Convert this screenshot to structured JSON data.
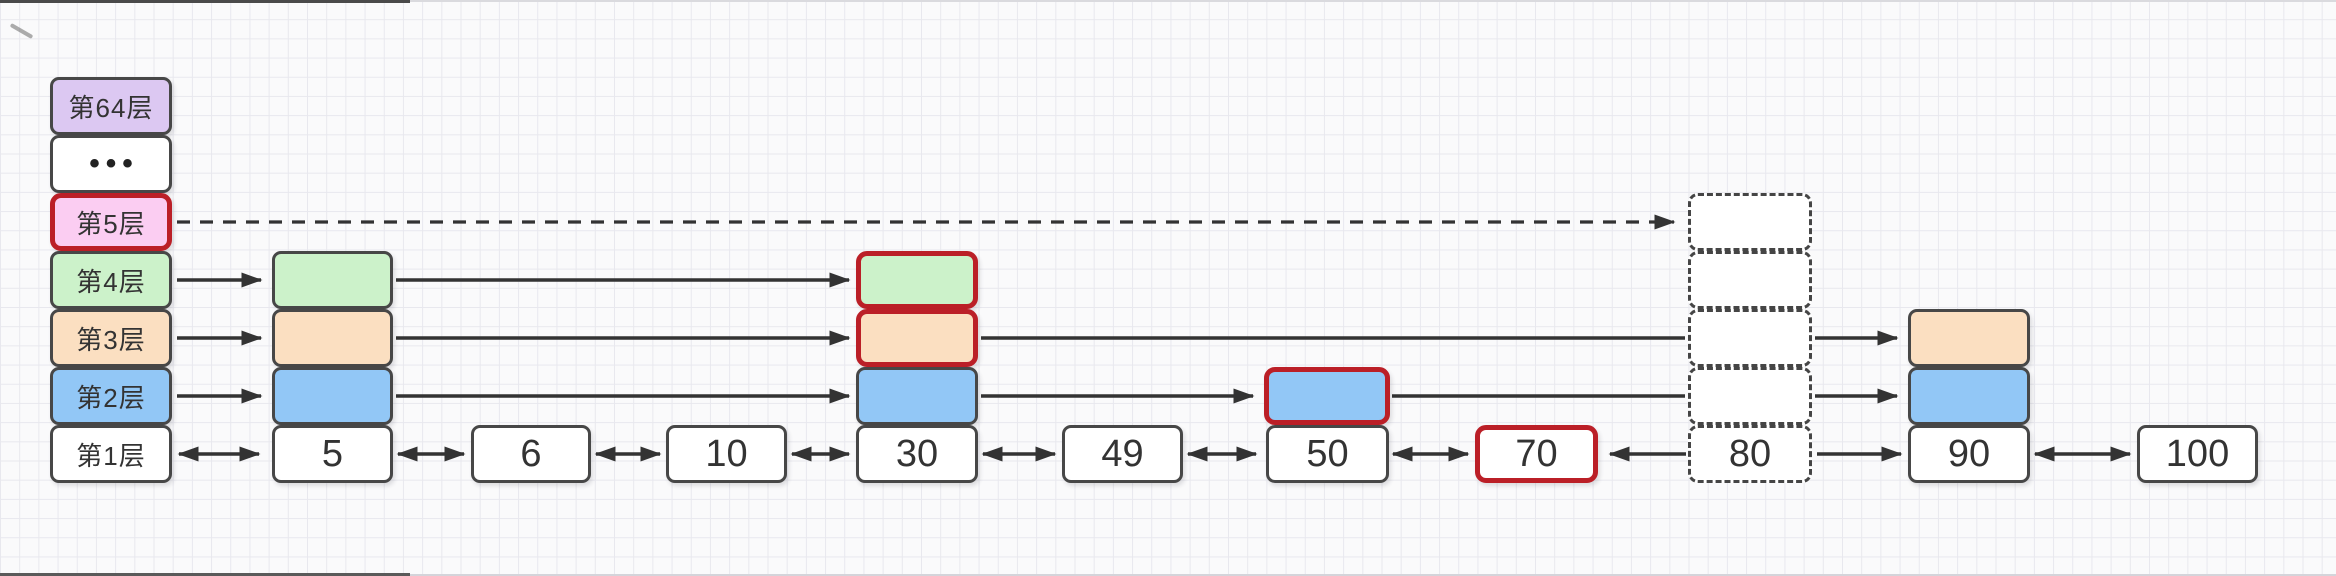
{
  "legend": {
    "items": [
      {
        "label": "第64层"
      },
      {
        "label": "•••"
      },
      {
        "label": "第5层",
        "highlighted": true
      },
      {
        "label": "第4层"
      },
      {
        "label": "第3层"
      },
      {
        "label": "第2层"
      },
      {
        "label": "第1层"
      }
    ]
  },
  "nodes": [
    {
      "value": "5",
      "levels": 4
    },
    {
      "value": "6",
      "levels": 1
    },
    {
      "value": "10",
      "levels": 1
    },
    {
      "value": "30",
      "levels": 4,
      "highlighted_levels": [
        3,
        4
      ]
    },
    {
      "value": "49",
      "levels": 1
    },
    {
      "value": "50",
      "levels": 2,
      "highlighted_levels": [
        2
      ]
    },
    {
      "value": "70",
      "levels": 1,
      "highlighted_levels": [
        1
      ]
    },
    {
      "value": "80",
      "levels": 5,
      "style": "dashed-new-node"
    },
    {
      "value": "90",
      "levels": 3
    },
    {
      "value": "100",
      "levels": 1
    }
  ],
  "links": [
    {
      "level": 5,
      "from": "第5层",
      "to": "80",
      "style": "dashed",
      "heads": "end"
    },
    {
      "level": 4,
      "from": "第4层",
      "to": "5",
      "style": "solid",
      "heads": "end"
    },
    {
      "level": 4,
      "from": "5",
      "to": "30",
      "style": "solid",
      "heads": "end"
    },
    {
      "level": 3,
      "from": "第3层",
      "to": "5",
      "style": "solid",
      "heads": "end"
    },
    {
      "level": 3,
      "from": "5",
      "to": "30",
      "style": "solid",
      "heads": "end"
    },
    {
      "level": 3,
      "from": "30",
      "to": "80",
      "style": "solid",
      "heads": "none"
    },
    {
      "level": 3,
      "from": "80",
      "to": "90",
      "style": "solid",
      "heads": "end"
    },
    {
      "level": 2,
      "from": "第2层",
      "to": "5",
      "style": "solid",
      "heads": "end"
    },
    {
      "level": 2,
      "from": "5",
      "to": "30",
      "style": "solid",
      "heads": "end"
    },
    {
      "level": 2,
      "from": "30",
      "to": "50",
      "style": "solid",
      "heads": "end"
    },
    {
      "level": 2,
      "from": "50",
      "to": "80",
      "style": "solid",
      "heads": "none"
    },
    {
      "level": 2,
      "from": "80",
      "to": "90",
      "style": "solid",
      "heads": "end"
    },
    {
      "level": 1,
      "from": "第1层",
      "to": "5",
      "style": "solid",
      "heads": "both"
    },
    {
      "level": 1,
      "from": "5",
      "to": "6",
      "style": "solid",
      "heads": "both"
    },
    {
      "level": 1,
      "from": "6",
      "to": "10",
      "style": "solid",
      "heads": "both"
    },
    {
      "level": 1,
      "from": "10",
      "to": "30",
      "style": "solid",
      "heads": "both"
    },
    {
      "level": 1,
      "from": "30",
      "to": "49",
      "style": "solid",
      "heads": "both"
    },
    {
      "level": 1,
      "from": "49",
      "to": "50",
      "style": "solid",
      "heads": "both"
    },
    {
      "level": 1,
      "from": "50",
      "to": "70",
      "style": "solid",
      "heads": "both"
    },
    {
      "level": 1,
      "from": "80",
      "to": "70",
      "style": "solid",
      "heads": "end"
    },
    {
      "level": 1,
      "from": "80",
      "to": "90",
      "style": "solid",
      "heads": "end"
    },
    {
      "level": 1,
      "from": "90",
      "to": "100",
      "style": "solid",
      "heads": "both"
    }
  ],
  "colors": {
    "purple": "#dcc8f2",
    "pink": "#fbcdf2",
    "green": "#ccf2ca",
    "orange": "#fbdfc1",
    "blue": "#92c7f6",
    "red": "#bb1f27",
    "border": "#474747",
    "arrow": "#333333",
    "text": "#333333",
    "grid": "#e8e8ee",
    "bg": "#fafafb"
  }
}
